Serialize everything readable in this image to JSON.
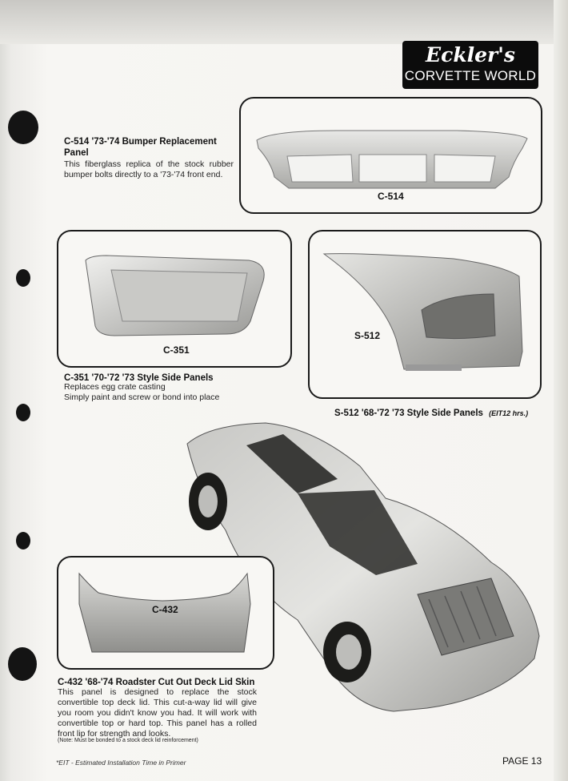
{
  "logo": {
    "line1": "Eckler's",
    "line2": "CORVETTE WORLD"
  },
  "products": {
    "c514": {
      "title": "C-514 '73-'74 Bumper Replacement Panel",
      "description": "This fiberglass replica of the stock rubber bumper bolts directly to a '73-'74 front end.",
      "label": "C-514"
    },
    "c351": {
      "title": "C-351 '70-'72 '73 Style Side Panels",
      "description_line1": "Replaces egg crate casting",
      "description_line2": "Simply paint and screw or bond into place",
      "label": "C-351"
    },
    "s512": {
      "title": "S-512 '68-'72 '73 Style Side Panels",
      "eit": "(EIT12 hrs.)",
      "label": "S-512"
    },
    "c432": {
      "title": "C-432 '68-'74 Roadster Cut Out Deck Lid Skin",
      "description": "This panel is designed to replace the stock convertible top deck lid. This cut-a-way lid will give you room you didn't know you had. It will work with convertible top or hard top. This panel has a rolled front lip for strength and looks.",
      "note": "(Note: Must be bonded to a stock deck lid reinforcement)",
      "label": "C-432"
    }
  },
  "footer": {
    "eit_note": "*EIT - Estimated Installation Time in Primer",
    "page": "PAGE 13"
  }
}
